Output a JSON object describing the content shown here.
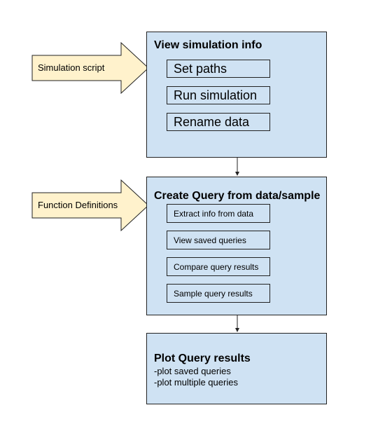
{
  "colors": {
    "panel_fill": "#cfe2f3",
    "arrow_fill": "#fff2cc",
    "border": "#222222"
  },
  "inputs": [
    {
      "label": "Simulation script"
    },
    {
      "label": "Function Definitions"
    }
  ],
  "panels": [
    {
      "title": "View simulation info",
      "steps": [
        "Set paths",
        "Run simulation",
        "Rename data"
      ]
    },
    {
      "title": "Create Query from data/sample",
      "steps": [
        "Extract info from data",
        "View saved queries",
        "Compare query results",
        "Sample query results"
      ]
    },
    {
      "title": "Plot Query results",
      "notes": [
        "-plot saved queries",
        "-plot multiple queries"
      ]
    }
  ]
}
